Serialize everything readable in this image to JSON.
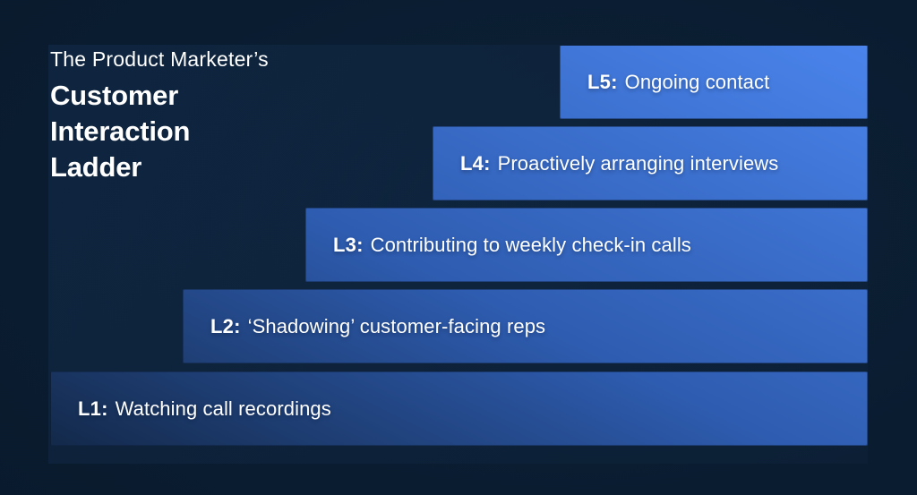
{
  "title": {
    "eyebrow": "The Product Marketer’s",
    "lines": [
      "Customer",
      "Interaction",
      "Ladder"
    ]
  },
  "ladder": {
    "levels": [
      {
        "tag": "L5:",
        "text": "Ongoing contact"
      },
      {
        "tag": "L4:",
        "text": "Proactively arranging interviews"
      },
      {
        "tag": "L3:",
        "text": "Contributing to weekly check-in calls"
      },
      {
        "tag": "L2:",
        "text": "‘Shadowing’ customer-facing reps"
      },
      {
        "tag": "L1:",
        "text": "Watching call recordings"
      }
    ]
  },
  "colors": {
    "background": "#0a1c30",
    "bar-grad-dark": "#13294a",
    "bar-grad-mid": "#2e5cb0",
    "bar-grad-bright": "#4a84ec",
    "text": "#ffffff"
  }
}
